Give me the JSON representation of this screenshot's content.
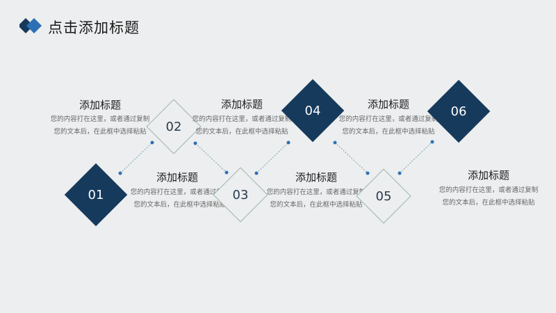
{
  "header": {
    "title": "点击添加标题"
  },
  "steps": [
    {
      "num": "01",
      "title": "添加标题",
      "desc": "您的内容打在这里，或者通过复制您的文本后，在此框中选择粘贴"
    },
    {
      "num": "02",
      "title": "添加标题",
      "desc": "您的内容打在这里，或者通过复制您的文本后，在此框中选择粘贴"
    },
    {
      "num": "03",
      "title": "添加标题",
      "desc": "您的内容打在这里，或者通过复制您的文本后，在此框中选择粘贴"
    },
    {
      "num": "04",
      "title": "添加标题",
      "desc": "您的内容打在这里，或者通过复制您的文本后，在此框中选择粘贴"
    },
    {
      "num": "05",
      "title": "添加标题",
      "desc": "您的内容打在这里，或者通过复制您的文本后，在此框中选择粘贴"
    },
    {
      "num": "06",
      "title": "添加标题",
      "desc": "您的内容打在这里，或者通过复制您的文本后，在此框中选择粘贴"
    }
  ],
  "colors": {
    "accent_dark": "#163a5c",
    "accent_blue": "#2d6fb5",
    "outline": "#9fb6a8"
  }
}
